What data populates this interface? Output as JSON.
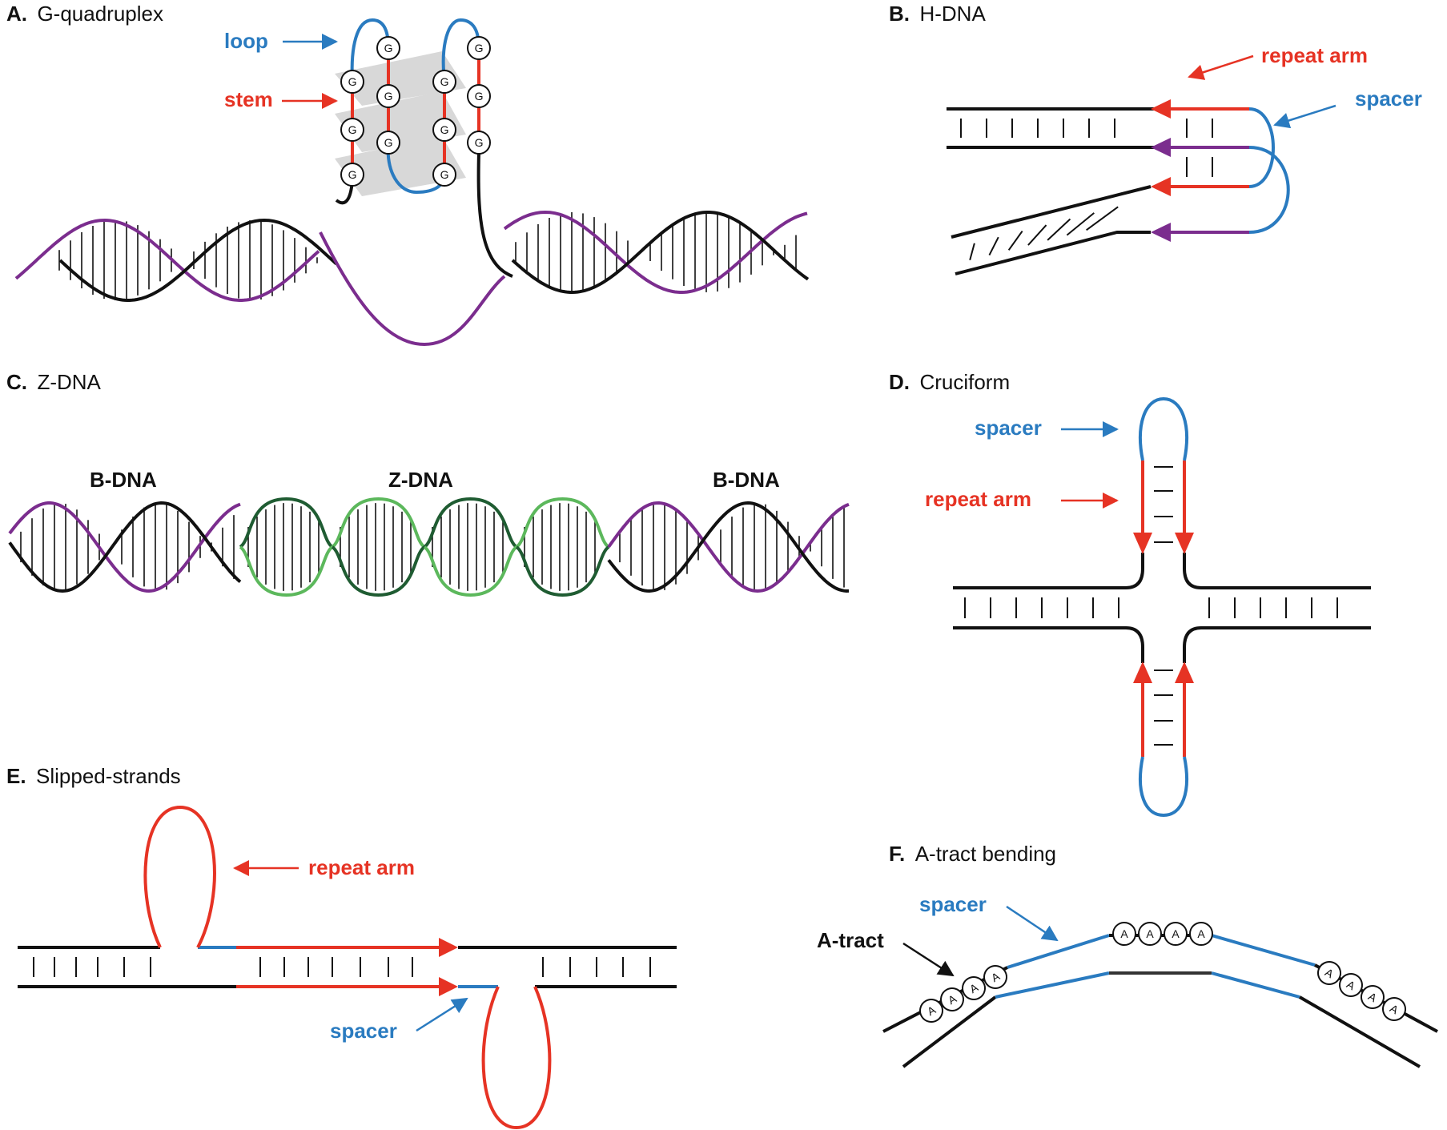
{
  "colors": {
    "black": "#111111",
    "purple": "#7b2d8e",
    "blue": "#2a7bc0",
    "red": "#e63324",
    "dark_green": "#1f5c32",
    "light_green": "#5cb85c",
    "stack_gray": "#d8d8d8"
  },
  "panels": [
    {
      "letter": "A.",
      "title": "G-quadruplex",
      "labels": {
        "loop": "loop",
        "stem": "stem"
      },
      "nucleotide": "G"
    },
    {
      "letter": "B.",
      "title": "H-DNA",
      "labels": {
        "repeat_arm": "repeat arm",
        "spacer": "spacer"
      }
    },
    {
      "letter": "C.",
      "title": "Z-DNA",
      "labels": {
        "bdna_left": "B-DNA",
        "zdna": "Z-DNA",
        "bdna_right": "B-DNA"
      }
    },
    {
      "letter": "D.",
      "title": "Cruciform",
      "labels": {
        "spacer": "spacer",
        "repeat_arm": "repeat arm"
      }
    },
    {
      "letter": "E.",
      "title": "Slipped-strands",
      "labels": {
        "repeat_arm": "repeat arm",
        "spacer": "spacer"
      }
    },
    {
      "letter": "F.",
      "title": "A-tract bending",
      "labels": {
        "spacer": "spacer",
        "atract": "A-tract"
      },
      "nucleotide": "A"
    }
  ]
}
